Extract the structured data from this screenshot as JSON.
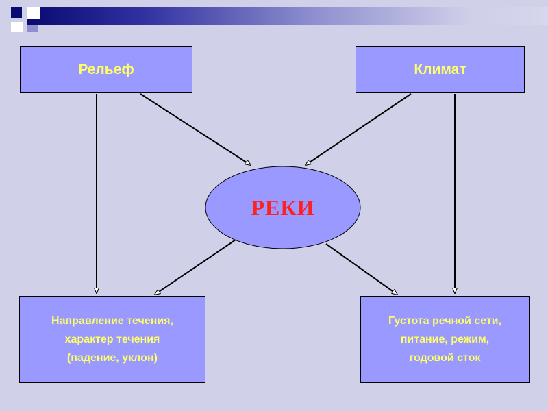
{
  "nodes": {
    "relief": {
      "label": "Рельеф"
    },
    "climate": {
      "label": "Климат"
    },
    "rivers": {
      "label": "РЕКИ"
    },
    "flow": {
      "lines": [
        "Направление течения,",
        "характер течения",
        "(падение, уклон)"
      ]
    },
    "network": {
      "lines": [
        "Густота речной сети,",
        "питание, режим,",
        "годовой сток"
      ]
    }
  },
  "colors": {
    "box_fill": "#9999ff",
    "box_text": "#ffff66",
    "center_text": "#ff2020",
    "background": "#d0d0e8"
  }
}
